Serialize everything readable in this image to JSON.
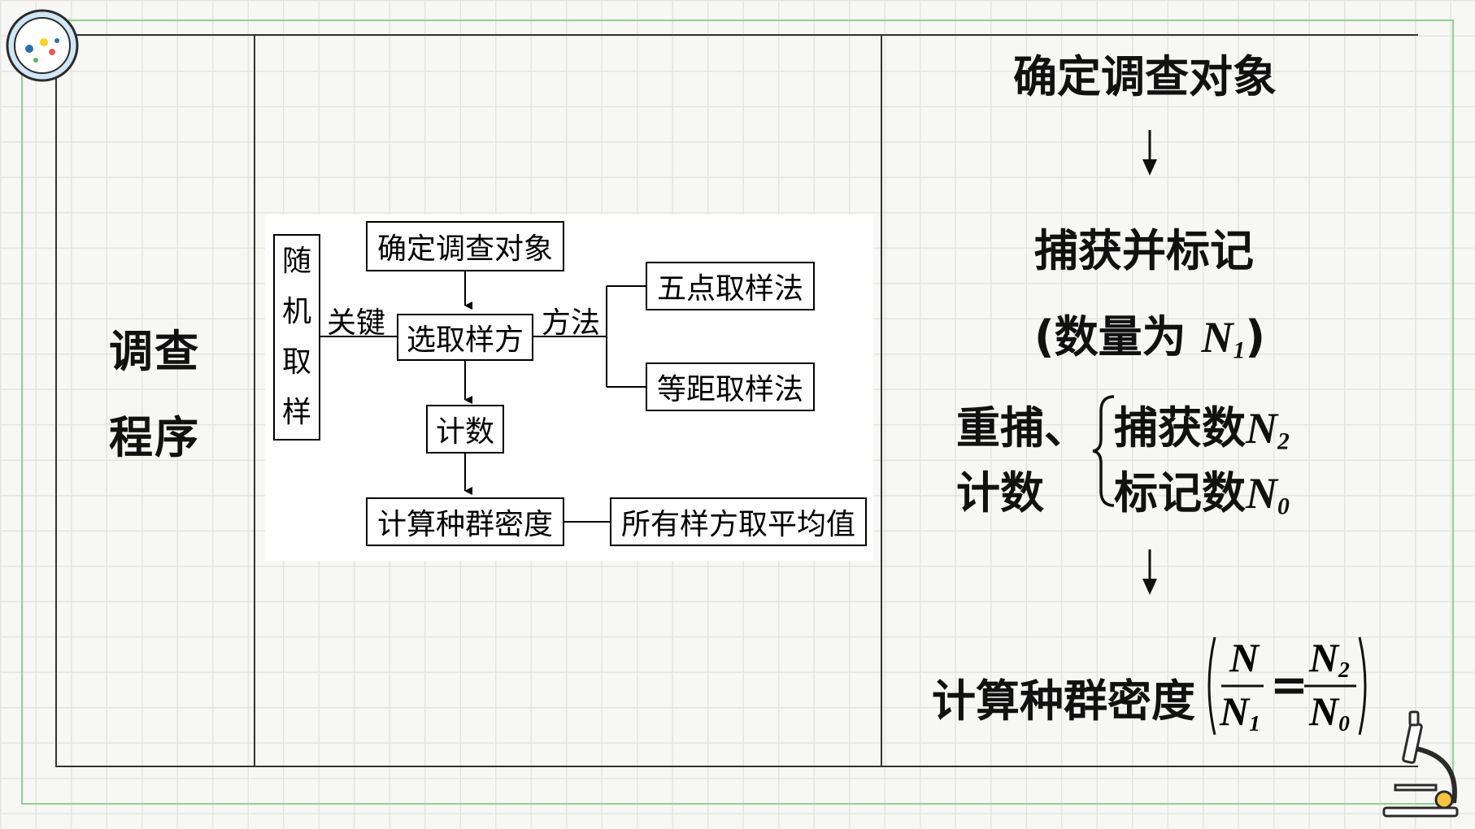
{
  "left_label": {
    "line1": "调查",
    "line2": "程序"
  },
  "flowchart": {
    "vertical_box": [
      "随",
      "机",
      "取",
      "样"
    ],
    "key_label": "关键",
    "method_label": "方法",
    "determine_object": "确定调查对象",
    "select_quadrat": "选取样方",
    "five_point": "五点取样法",
    "equidistant": "等距取样法",
    "count": "计数",
    "calc_density": "计算种群密度",
    "average": "所有样方取平均值"
  },
  "procedure": {
    "step1": "确定调查对象",
    "step2_line1": "捕获并标记",
    "step2_line2_prefix": "(数量为 ",
    "step2_var": "N",
    "step2_sub": "1",
    "step2_suffix": ")",
    "recapture_line1": "重捕、",
    "recapture_line2": "计数",
    "captured_label": "捕获数",
    "captured_var": "N",
    "captured_sub": "2",
    "marked_label": "标记数",
    "marked_var": "N",
    "marked_sub": "0",
    "calc_label": "计算种群密度",
    "formula": {
      "num_left": "N",
      "den_left": "N",
      "den_left_sub": "1",
      "equals": "=",
      "num_right": "N",
      "num_right_sub": "2",
      "den_right": "N",
      "den_right_sub": "0"
    }
  }
}
